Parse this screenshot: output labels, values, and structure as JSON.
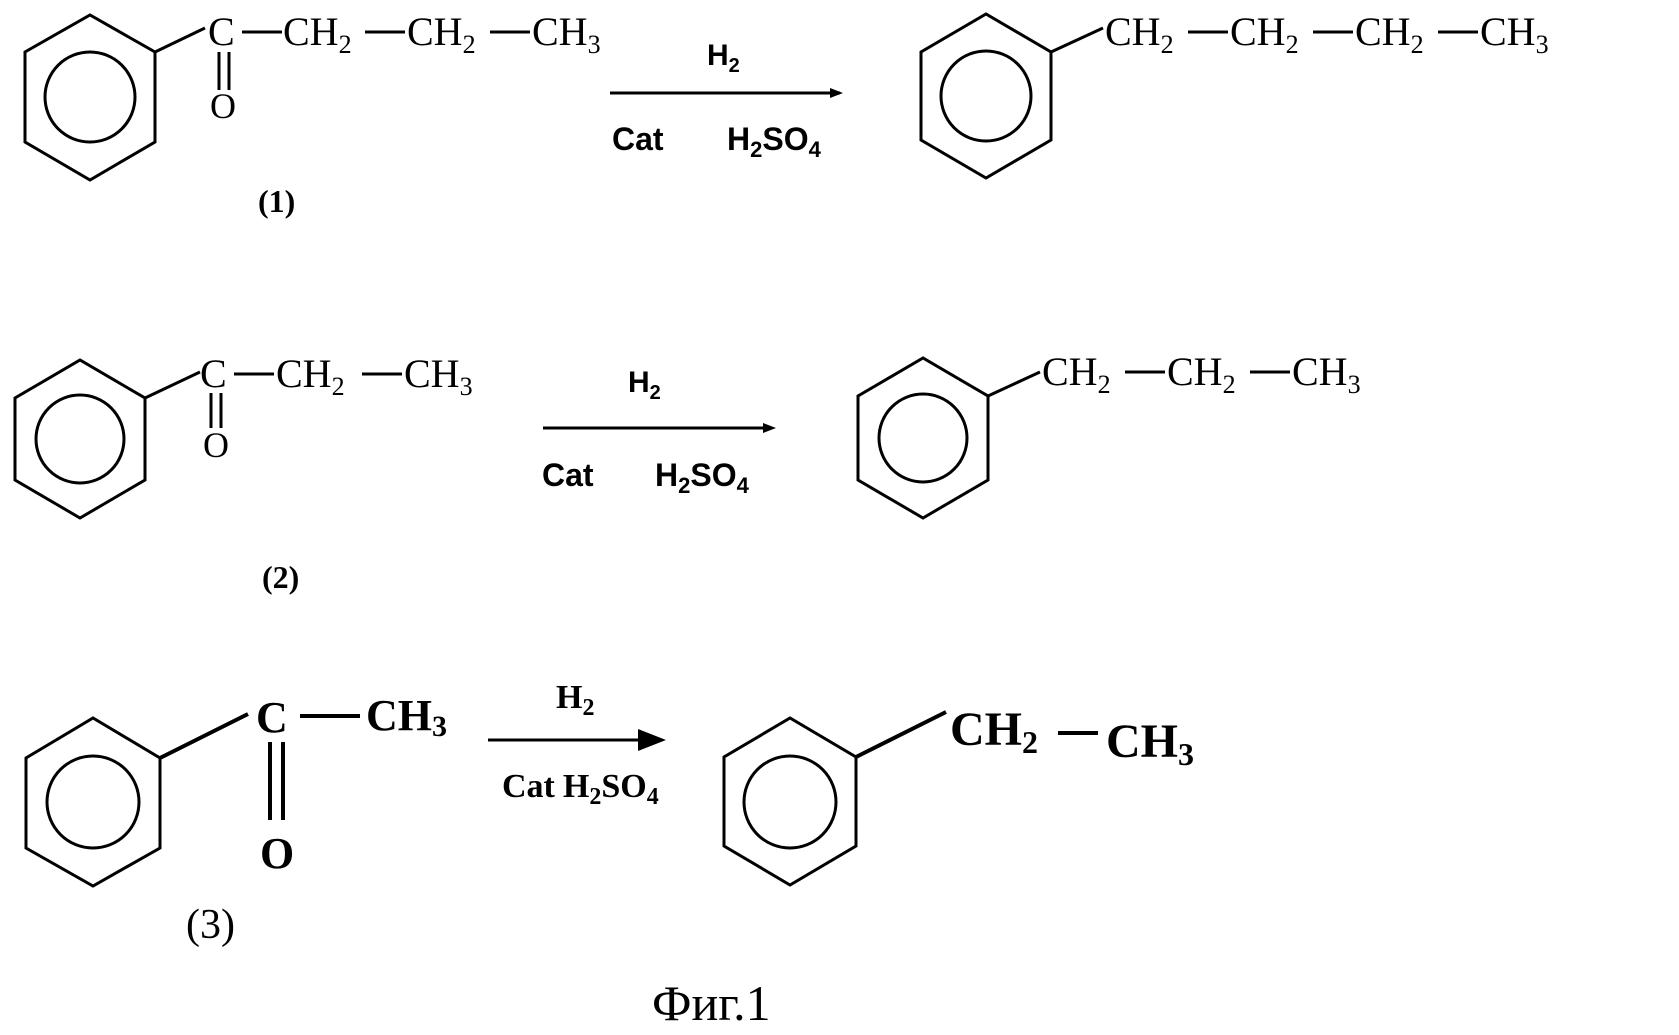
{
  "reactions": [
    {
      "reactant": {
        "carbonyl_c": "C",
        "carbonyl_o": "O",
        "chain": [
          "CH",
          "2",
          "CH",
          "2",
          "CH",
          "3"
        ]
      },
      "label": "(1)",
      "conditions_top": {
        "h": "H",
        "sub": "2"
      },
      "conditions_bottom": {
        "cat": "Cat",
        "acid": [
          "H",
          "2",
          "SO",
          "4"
        ]
      },
      "product": {
        "chain": [
          "CH",
          "2",
          "CH",
          "2",
          "CH",
          "2",
          "CH",
          "3"
        ]
      }
    },
    {
      "reactant": {
        "carbonyl_c": "C",
        "carbonyl_o": "O",
        "chain": [
          "CH",
          "2",
          "CH",
          "3"
        ]
      },
      "label": "(2)",
      "conditions_top": {
        "h": "H",
        "sub": "2"
      },
      "conditions_bottom": {
        "cat": "Cat",
        "acid": [
          "H",
          "2",
          "SO",
          "4"
        ]
      },
      "product": {
        "chain": [
          "CH",
          "2",
          "CH",
          "2",
          "CH",
          "3"
        ]
      }
    },
    {
      "reactant": {
        "carbonyl_c": "C",
        "carbonyl_o": "O",
        "chain": [
          "CH",
          "3"
        ]
      },
      "label": "(3)",
      "conditions_top": {
        "h": "H",
        "sub": "2"
      },
      "conditions_bottom": {
        "cat": "Cat",
        "acid": [
          "H",
          "2",
          "SO",
          "4"
        ]
      },
      "product": {
        "chain": [
          "CH",
          "2",
          "CH",
          "3"
        ]
      }
    }
  ],
  "figure_caption": "Фиг.1",
  "icons": [
    "benzene-ring-icon",
    "reaction-arrow-icon"
  ]
}
